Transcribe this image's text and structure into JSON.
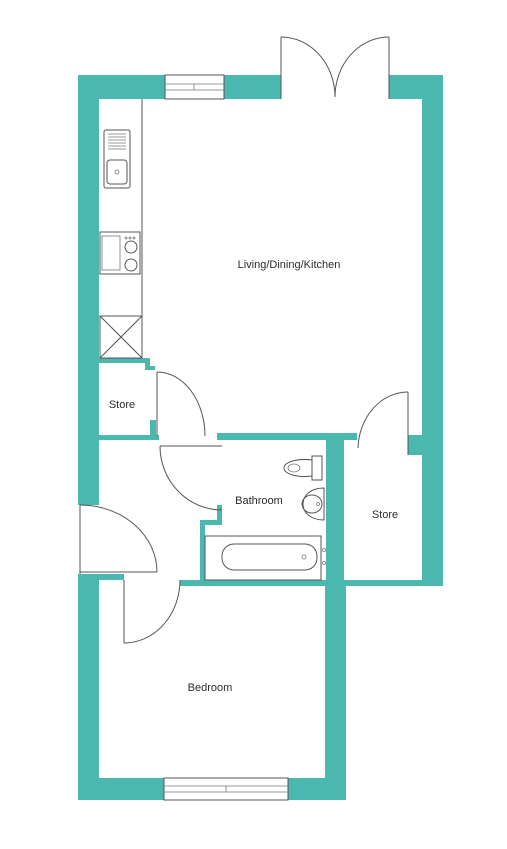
{
  "colors": {
    "wall": "#4bb8b0",
    "linework": "#555555",
    "background": "#ffffff"
  },
  "rooms": {
    "living": "Living/Dining/Kitchen",
    "store_left": "Store",
    "bathroom": "Bathroom",
    "store_right": "Store",
    "bedroom": "Bedroom"
  }
}
